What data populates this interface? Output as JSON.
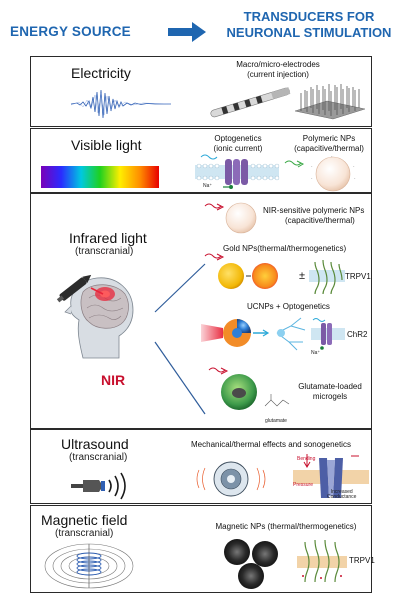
{
  "header": {
    "left": "ENERGY SOURCE",
    "right_line1": "TRANSDUCERS FOR",
    "right_line2": "NEURONAL STIMULATION",
    "accent": "#1f66b0"
  },
  "rows": {
    "electricity": {
      "title": "Electricity",
      "caption_line1": "Macro/micro-electrodes",
      "caption_line2": "(current injection)"
    },
    "visible_light": {
      "title": "Visible light",
      "opto_line1": "Optogenetics",
      "opto_line2": "(ionic current)",
      "nps_line1": "Polymeric NPs",
      "nps_line2": "(capacitive/thermal)",
      "ion_label": "Na⁺"
    },
    "infrared": {
      "title": "Infrared light",
      "subtitle": "(transcranial)",
      "nir_label": "NIR",
      "nir_color": "#c8102e",
      "item1_line1": "NIR-sensitive polymeric NPs",
      "item1_line2": "(capacitive/thermal)",
      "item2": "Gold NPs(thermal/thermogenetics)",
      "pm_symbol": "±",
      "trpv1": "TRPV1",
      "item3": "UCNPs + Optogenetics",
      "chr2": "ChR2",
      "ion_label": "Na⁺",
      "item4_line1": "Glutamate-loaded",
      "item4_line2": "microgels",
      "glutamate": "glutamate"
    },
    "ultrasound": {
      "title": "Ultrasound",
      "subtitle": "(transcranial)",
      "caption": "Mechanical/thermal effects and sonogenetics",
      "label_bending": "Bending",
      "label_pressure": "Pressure",
      "label_conductance_1": "Increased",
      "label_conductance_2": "Conductance"
    },
    "magnetic": {
      "title": "Magnetic field",
      "subtitle": "(transcranial)",
      "caption": "Magnetic NPs (thermal/thermogenetics)",
      "trpv1": "TRPV1"
    }
  }
}
